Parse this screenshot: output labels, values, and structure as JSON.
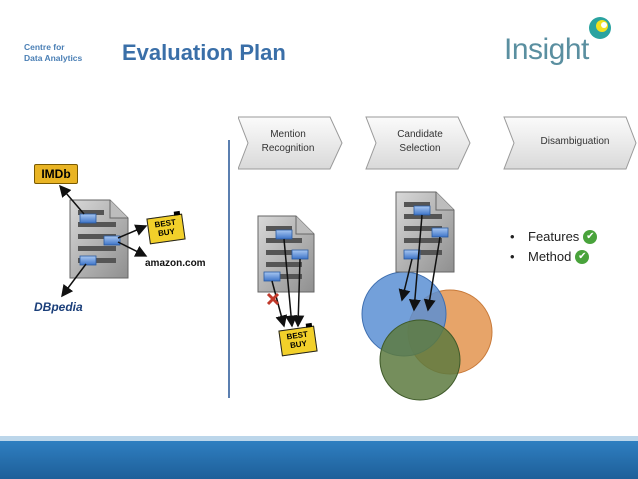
{
  "logo": {
    "line1": "Centre for",
    "line2": "Data Analytics"
  },
  "title": "Evaluation Plan",
  "insight_logo": {
    "text": "Insight",
    "icon": "sun-swirl-logo-icon"
  },
  "pipeline": {
    "steps": [
      {
        "line1": "Mention",
        "line2": "Recognition"
      },
      {
        "line1": "Candidate",
        "line2": "Selection"
      },
      {
        "line1": "Disambiguation",
        "line2": ""
      }
    ]
  },
  "brands": {
    "imdb": "IMDb",
    "bestbuy_line1": "BEST",
    "bestbuy_line2": "BUY",
    "amazon": "amazon.com",
    "dbpedia": "DBpedia"
  },
  "bullets": [
    {
      "label": "Features",
      "status": "check-icon"
    },
    {
      "label": "Method",
      "status": "check-icon"
    }
  ],
  "colors": {
    "title": "#3a6fa8",
    "footer": "#2f7fc1",
    "circle_blue": "#5b8fd4",
    "circle_orange": "#e3944f",
    "circle_green": "#5d7a3f",
    "check": "#49a33b"
  }
}
